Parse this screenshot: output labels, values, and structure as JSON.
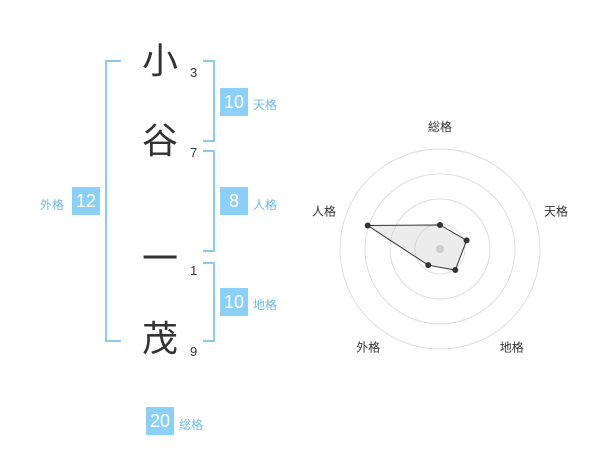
{
  "name": {
    "chars": [
      {
        "char": "小",
        "strokes": "3"
      },
      {
        "char": "谷",
        "strokes": "7"
      },
      {
        "char": "一",
        "strokes": "1"
      },
      {
        "char": "茂",
        "strokes": "9"
      }
    ]
  },
  "fortune": {
    "tenkaku": {
      "value": "10",
      "label": "天格"
    },
    "jinkaku": {
      "value": "8",
      "label": "人格"
    },
    "chikaku": {
      "value": "10",
      "label": "地格"
    },
    "gaikaku": {
      "value": "12",
      "label": "外格"
    },
    "soukaku": {
      "value": "20",
      "label": "総格"
    }
  },
  "colors": {
    "accent": "#8ccff7",
    "bracket": "#8ac9f0",
    "label": "#6fb8e6"
  },
  "chart_data": {
    "type": "radar",
    "axes": [
      "総格",
      "天格",
      "地格",
      "外格",
      "人格"
    ],
    "values": [
      1.2,
      1.4,
      1.3,
      1.0,
      3.8
    ],
    "rmax": 5,
    "rings": 4
  }
}
